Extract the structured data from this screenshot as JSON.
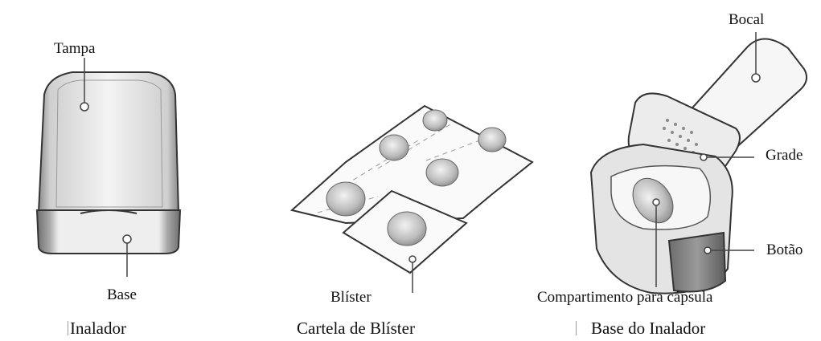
{
  "labels": {
    "tampa": "Tampa",
    "base": "Base",
    "blister": "Blíster",
    "bocal": "Bocal",
    "grade": "Grade",
    "botao": "Botão",
    "compartimento": "Compartimento para cápsula"
  },
  "captions": {
    "inalador": "Inalador",
    "cartela": "Cartela de Blíster",
    "base_inalador": "Base do Inalador"
  }
}
